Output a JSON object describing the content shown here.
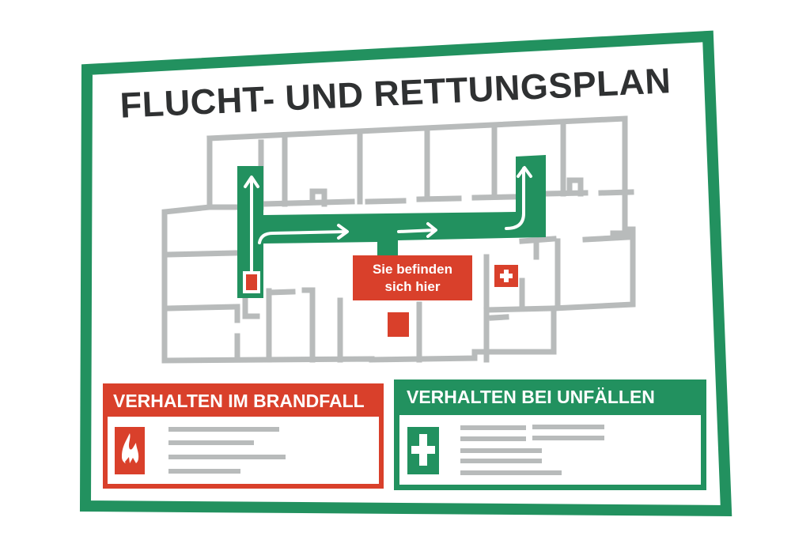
{
  "title": "FLUCHT- UND RETTUNGSPLAN",
  "floorplan": {
    "location_marker": {
      "line1": "Sie befinden",
      "line2": "sich hier"
    },
    "route_color": "#22915f",
    "wall_color": "#b8bbbb",
    "marker_color": "#d9402b"
  },
  "panels": {
    "fire": {
      "title": "VERHALTEN IM BRANDFALL",
      "icon": "flame-icon",
      "color": "#d9402b"
    },
    "accident": {
      "title": "VERHALTEN BEI UNFÄLLEN",
      "icon": "first-aid-cross-icon",
      "color": "#22915f"
    }
  }
}
